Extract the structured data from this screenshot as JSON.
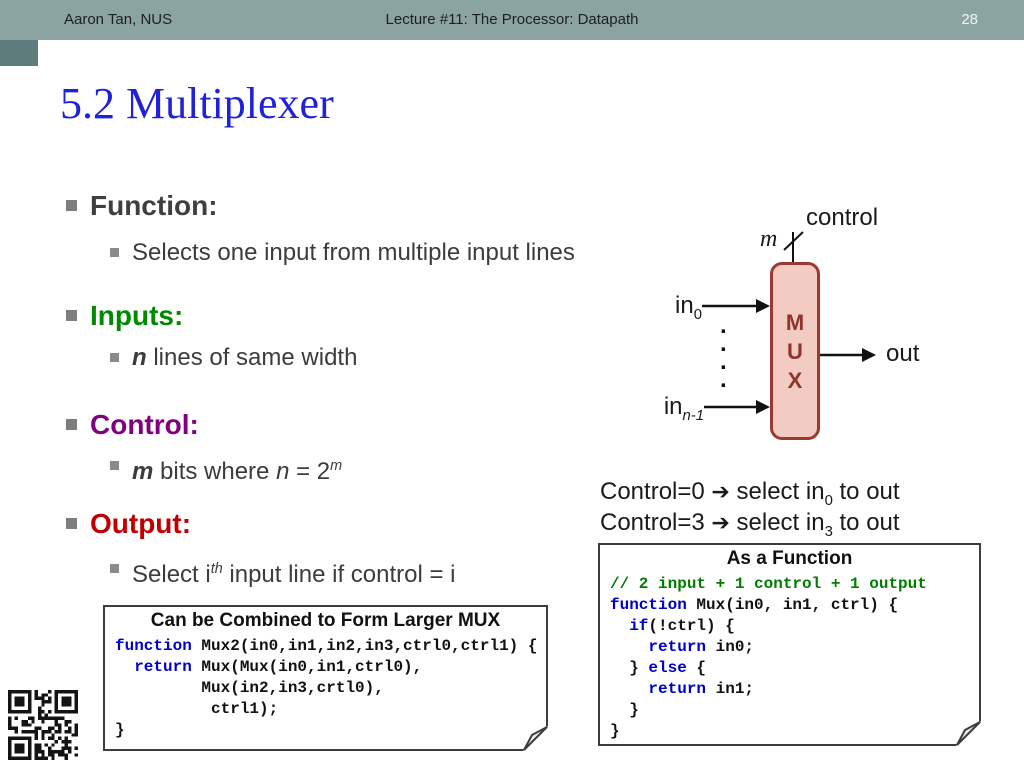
{
  "header": {
    "author": "Aaron Tan, NUS",
    "lecture_title": "Lecture #11: The Processor: Datapath",
    "slide_number": "28"
  },
  "slide": {
    "title": "5.2 Multiplexer"
  },
  "colors": {
    "header_bg": "#8ba4a2",
    "title_blue": "#1f22d8",
    "function_gray": "#3f3f3f",
    "inputs_green": "#008a00",
    "control_purple": "#800080",
    "output_red": "#c00000",
    "mux_fill": "#f2cbc3",
    "mux_border": "#9c3a32",
    "code_keyword": "#0000cc",
    "code_comment": "#007d00"
  },
  "bullets": {
    "function_label": "Function:",
    "function_sub": "Selects one input from multiple input lines",
    "inputs_label": "Inputs:",
    "inputs_n": "n",
    "inputs_rest": " lines of same width",
    "control_label": "Control:",
    "control_m": "m",
    "control_mid": " bits where ",
    "control_n": "n",
    "control_eq": " = 2",
    "control_exp": "m",
    "output_label": "Output:",
    "output_pre": "Select i",
    "output_sup": "th",
    "output_post": " input line if control = i"
  },
  "diagram": {
    "control_label": "control",
    "bus_width": "m",
    "mux_m": "M",
    "mux_u": "U",
    "mux_x": "X",
    "in0_base": "in",
    "in0_sub": "0",
    "inn_base": "in",
    "inn_sub": "n-1",
    "dot": ".",
    "out_label": "out"
  },
  "notes": {
    "line1_pre": "Control=0 ",
    "line1_arrow": "➔",
    "line1_mid": " select in",
    "line1_sub": "0",
    "line1_post": " to out",
    "line2_pre": "Control=3 ",
    "line2_arrow": "➔",
    "line2_mid": " select in",
    "line2_sub": "3",
    "line2_post": " to out"
  },
  "mux_code": {
    "title": "As a Function",
    "lines": [
      [
        {
          "c": "cm",
          "t": "// 2 input + 1 control + 1 output"
        }
      ],
      [
        {
          "c": "kw",
          "t": "function"
        },
        {
          "c": "pl",
          "t": " Mux(in0, in1, ctrl) {"
        }
      ],
      [
        {
          "c": "pl",
          "t": "  "
        },
        {
          "c": "kw",
          "t": "if"
        },
        {
          "c": "pl",
          "t": "(!ctrl) {"
        }
      ],
      [
        {
          "c": "pl",
          "t": "    "
        },
        {
          "c": "kw",
          "t": "return"
        },
        {
          "c": "pl",
          "t": " in0;"
        }
      ],
      [
        {
          "c": "pl",
          "t": "  } "
        },
        {
          "c": "kw",
          "t": "else"
        },
        {
          "c": "pl",
          "t": " {"
        }
      ],
      [
        {
          "c": "pl",
          "t": "    "
        },
        {
          "c": "kw",
          "t": "return"
        },
        {
          "c": "pl",
          "t": " in1;"
        }
      ],
      [
        {
          "c": "pl",
          "t": "  }"
        }
      ],
      [
        {
          "c": "pl",
          "t": "}"
        }
      ]
    ]
  },
  "mux2_code": {
    "title": "Can be Combined to Form Larger MUX",
    "lines": [
      [
        {
          "c": "kw",
          "t": "function"
        },
        {
          "c": "pl",
          "t": " Mux2(in0,in1,in2,in3,ctrl0,ctrl1) {"
        }
      ],
      [
        {
          "c": "pl",
          "t": "  "
        },
        {
          "c": "kw",
          "t": "return"
        },
        {
          "c": "pl",
          "t": " Mux(Mux(in0,in1,ctrl0),"
        }
      ],
      [
        {
          "c": "pl",
          "t": "         Mux(in2,in3,crtl0),"
        }
      ],
      [
        {
          "c": "pl",
          "t": "          ctrl1);"
        }
      ],
      [
        {
          "c": "pl",
          "t": "}"
        }
      ]
    ]
  }
}
